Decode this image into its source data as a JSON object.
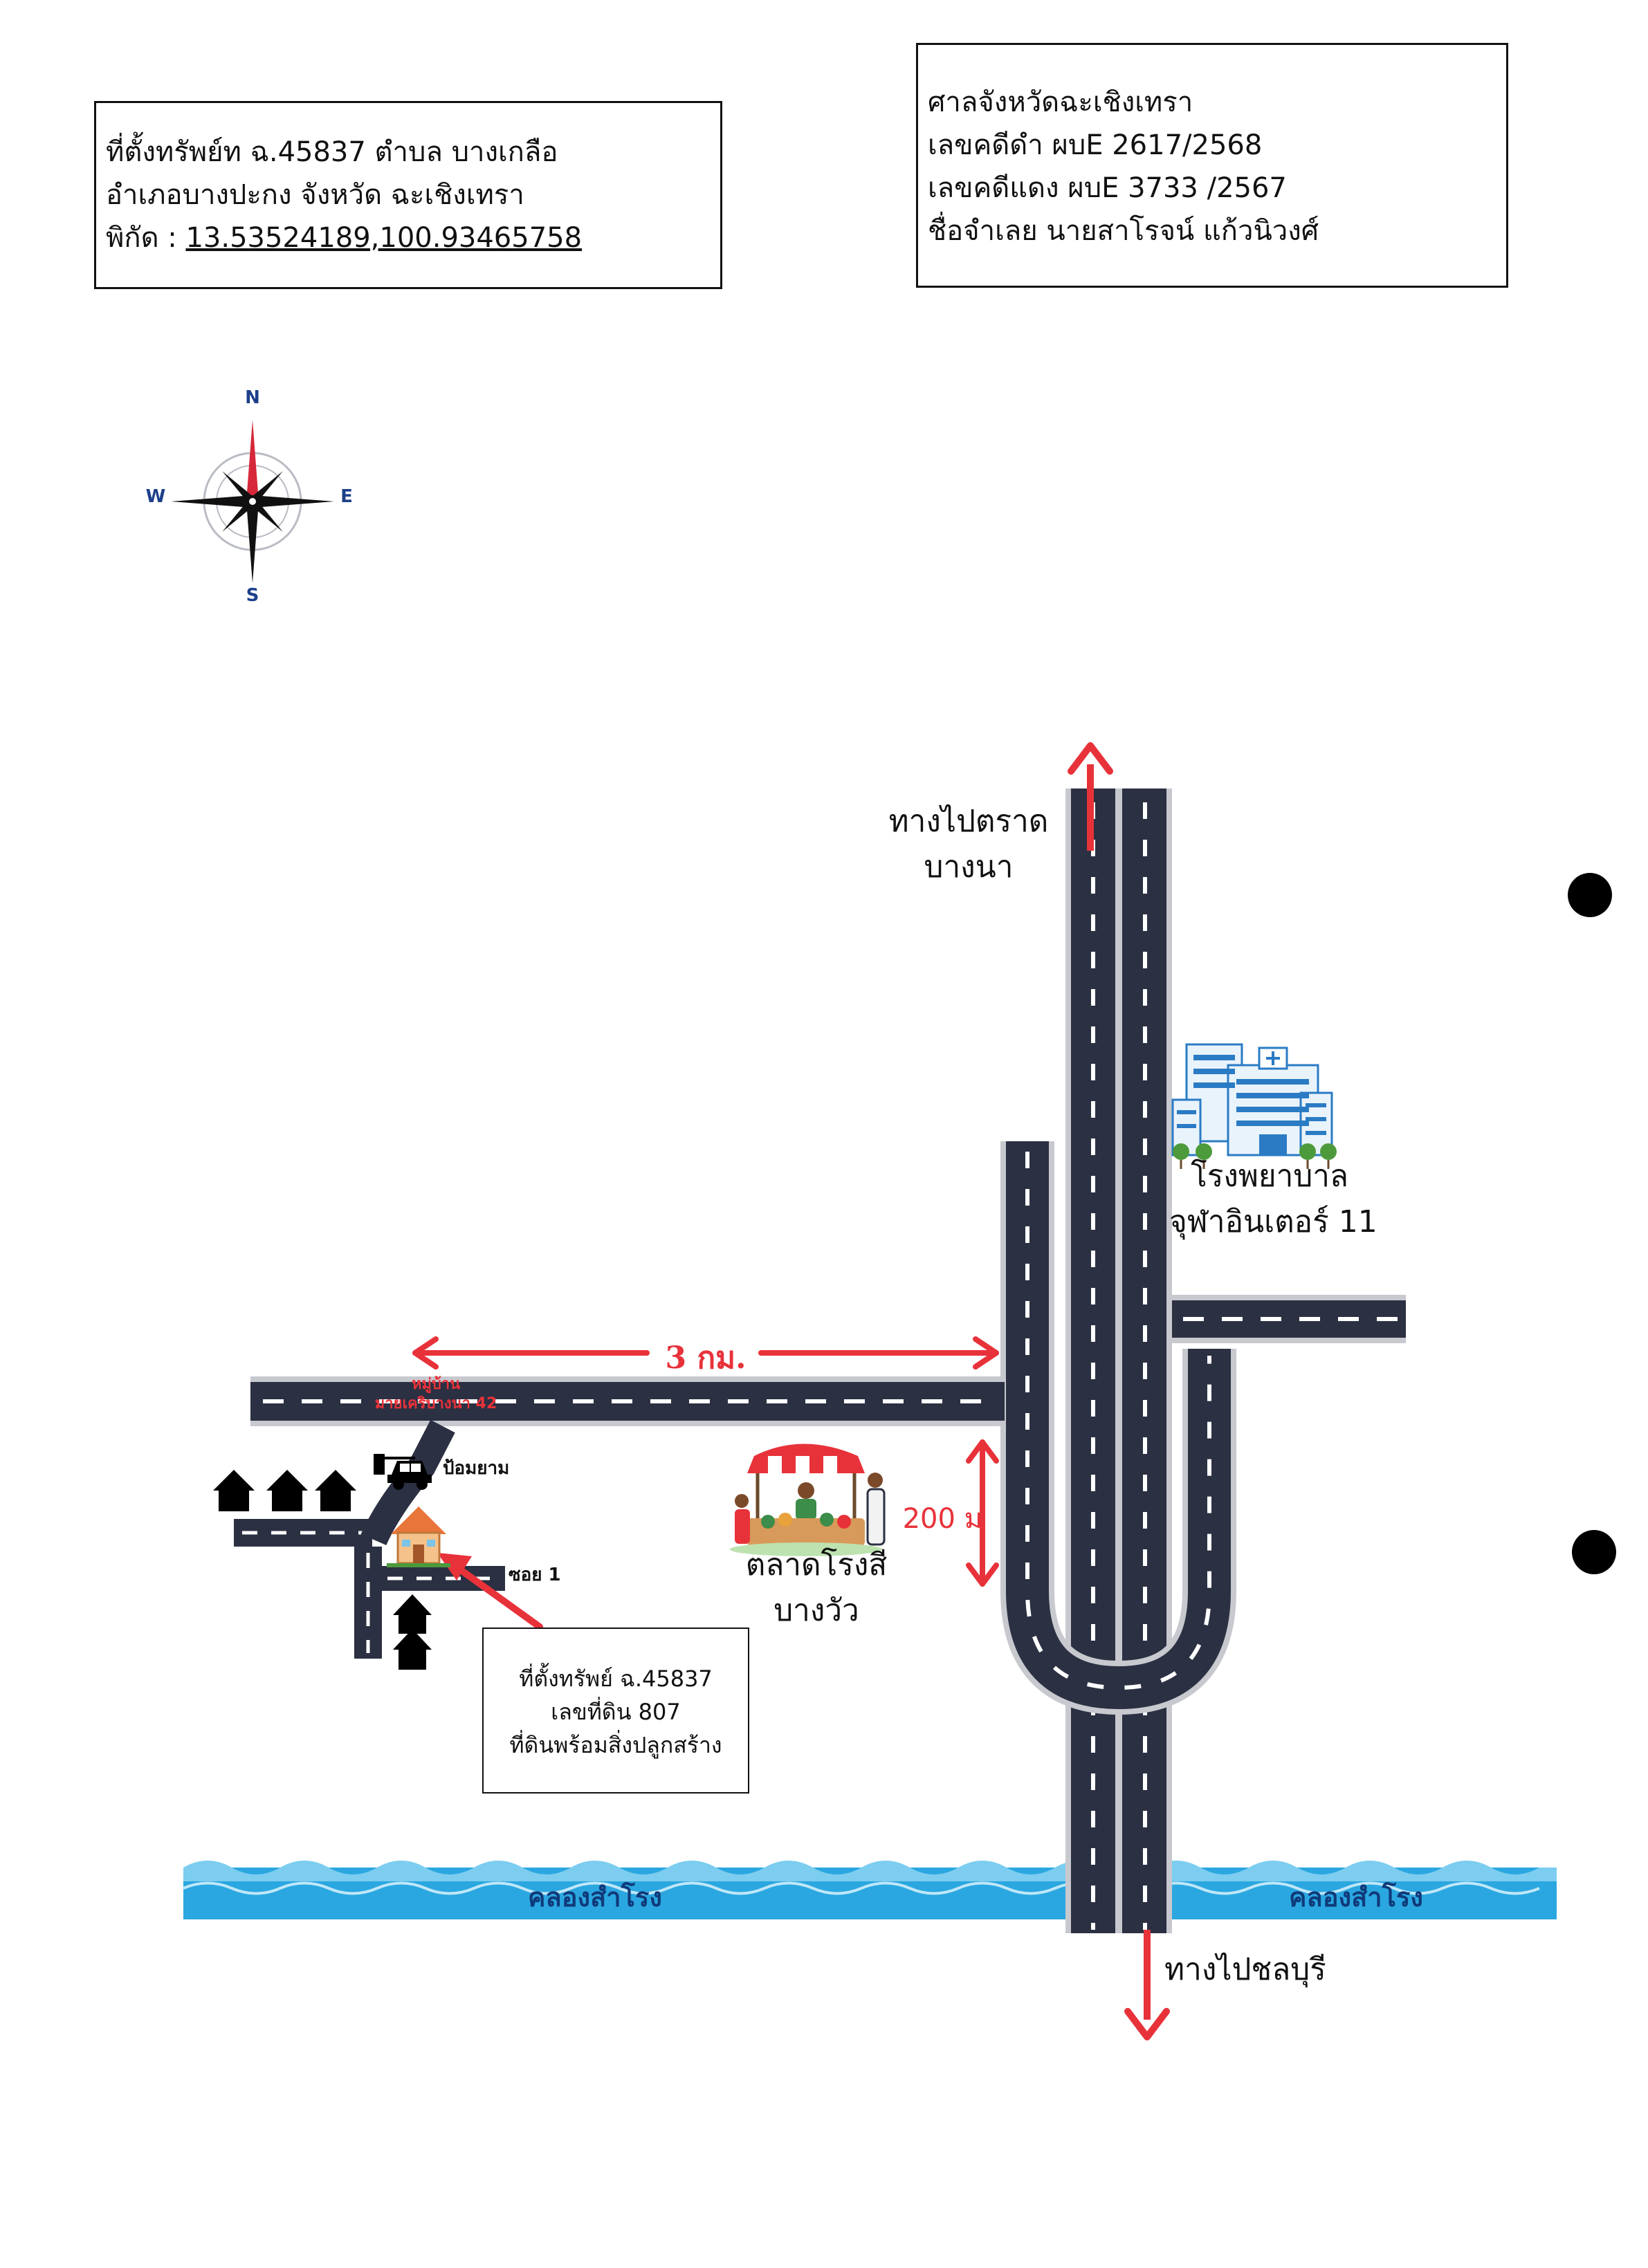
{
  "property_box": {
    "line1": "ที่ตั้งทรัพย์ท ฉ.45837 ตำบล บางเกลือ",
    "line2": "อำเภอบางปะกง จังหวัด ฉะเชิงเทรา",
    "coord_label": "พิกัด : ",
    "coords": "13.53524189,100.93465758"
  },
  "court_box": {
    "line1": "ศาลจังหวัดฉะเชิงเทรา",
    "line2": "เลขคดีดำ ผบE 2617/2568",
    "line3": "เลขคดีแดง ผบE 3733 /2567",
    "line4": "ชื่อจำเลย นายสาโรจน์ แก้วนิวงศ์"
  },
  "compass": {
    "n": "N",
    "s": "S",
    "e": "E",
    "w": "W"
  },
  "labels": {
    "north_dest_1": "ทางไปตราด",
    "north_dest_2": "บางนา",
    "hospital_1": "โรงพยาบาล",
    "hospital_2": "จุฬาอินเตอร์ 11",
    "distance_3km": "3 กม.",
    "distance_200m": "200 ม",
    "village_1": "หมู่บ้าน",
    "village_2": "มายเคริบางนา 42",
    "guard_post": "ป้อมยาม",
    "soi": "ซอย 1",
    "market_1": "ตลาดโรงสี",
    "market_2": "บางวัว",
    "canal_left": "คลองสำโรง",
    "canal_right": "คลองสำโรง",
    "south_dest": "ทางไปชลบุรี"
  },
  "asset_box": {
    "line1": "ที่ตั้งทรัพย์ ฉ.45837",
    "line2": "เลขที่ดิน 807",
    "line3": "ที่ดินพร้อมสิ่งปลูกสร้าง"
  },
  "colors": {
    "road": "#2b3042",
    "road_edge": "#c7c9cf",
    "lane": "#ffffff",
    "accent_red": "#e8323a",
    "water": "#2aa7e0",
    "compass_red": "#d6283a"
  }
}
